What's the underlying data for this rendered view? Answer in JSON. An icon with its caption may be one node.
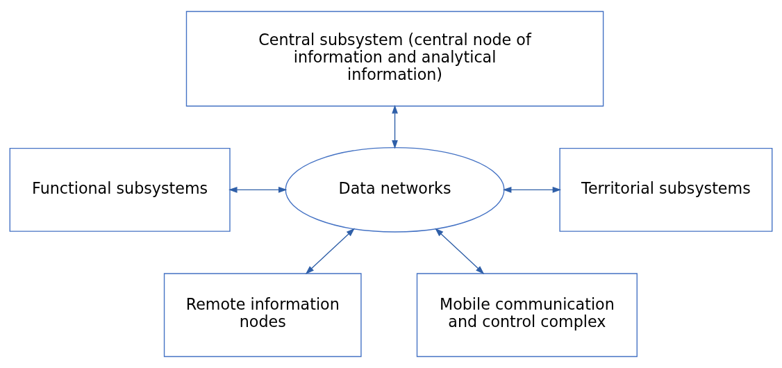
{
  "diagram": {
    "nodes": [
      {
        "text": [
          "Central subsystem (central node of information and analytical information)"
        ]
      },
      {
        "text": [
          "Functional subsystems"
        ]
      },
      {
        "text": [
          "Data networks"
        ]
      },
      {
        "text": [
          "Territorial subsystems"
        ]
      },
      {
        "text": [
          "Remote information nodes"
        ]
      },
      {
        "text": [
          "Mobile communication and control complex"
        ]
      }
    ],
    "edges": [
      {
        "from": 0,
        "to": 2,
        "arrow": "both"
      },
      {
        "from": 1,
        "to": 2,
        "arrow": "both"
      },
      {
        "from": 2,
        "to": 3,
        "arrow": "both"
      },
      {
        "from": 2,
        "to": 4,
        "arrow": "both"
      },
      {
        "from": 2,
        "to": 5,
        "arrow": "both"
      }
    ]
  }
}
